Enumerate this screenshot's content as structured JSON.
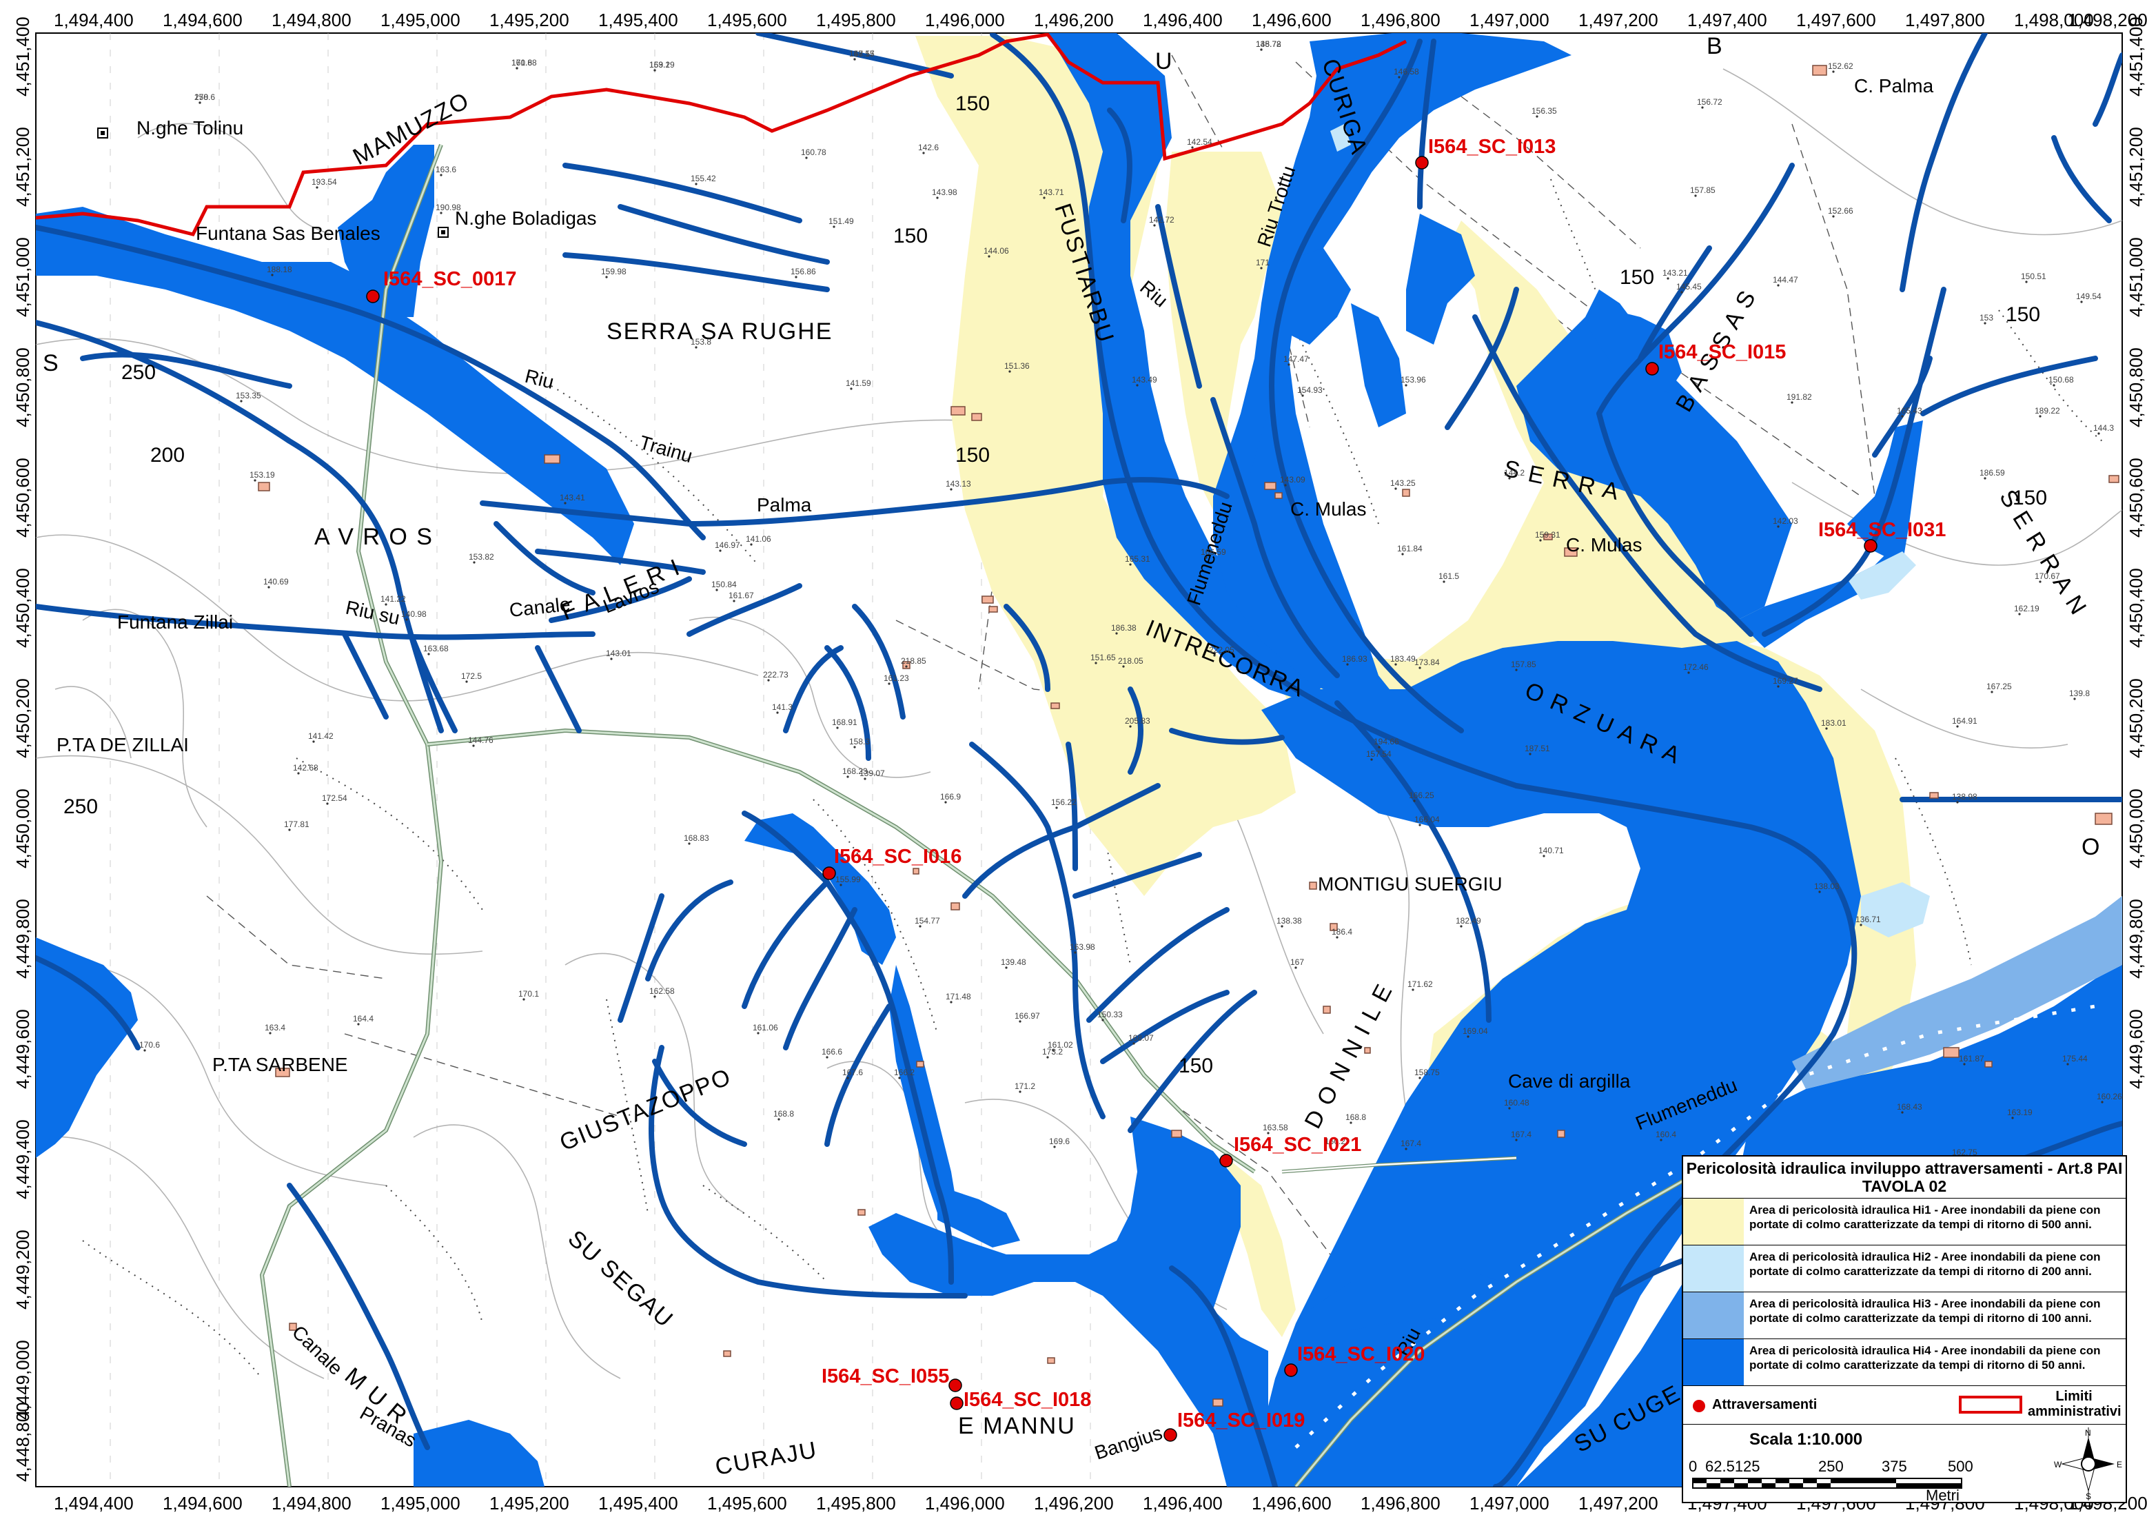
{
  "frame": {
    "top_x": [
      "1,494,400",
      "1,494,600",
      "1,494,800",
      "1,495,000",
      "1,495,200",
      "1,495,400",
      "1,495,600",
      "1,495,800",
      "1,496,000",
      "1,496,200",
      "1,496,400",
      "1,496,600",
      "1,496,800",
      "1,497,000",
      "1,497,200",
      "1,497,400",
      "1,497,600",
      "1,497,800",
      "1,498,000",
      "1,498,200"
    ],
    "left_y": [
      "4,451,400",
      "4,451,200",
      "4,451,000",
      "4,450,800",
      "4,450,600",
      "4,450,400",
      "4,450,200",
      "4,450,000",
      "4,449,800",
      "4,449,600",
      "4,449,400",
      "4,449,200",
      "4,449,000",
      "4,448,800"
    ]
  },
  "places": {
    "nghe_tolinu": "N.ghe Tolinu",
    "mamuzzo": "MAMUZZO",
    "nghe_boladigas": "N.ghe Boladigas",
    "funtana_sas_benales": "Funtana Sas Benales",
    "serra_sa_rughe": "SERRA SA RUGHE",
    "avros": "A V R O S",
    "falleri": "F A L E R I",
    "funtana_zillai": "Funtana Zillai",
    "pta_de_zillai": "P.TA DE ZILLAI",
    "pta_sarbene": "P.TA SARBENE",
    "giustazoppo": "GIUSTAZOPPO",
    "su_segau": "SU SEGAU",
    "murta": "M U R",
    "curaju": "CURAJU",
    "e_mannu": "E MANNU",
    "montigu_suergiu": "MONTIGU SUERGIU",
    "intrecorra": "INTRECORRA",
    "fustiarbu": "FUSTIARBU",
    "curiga": "CURIGA",
    "c_mulas_1": "C. Mulas",
    "c_mulas_2": "C. Mulas",
    "serra_1": "S E R R A",
    "bassas": "B A S S A S",
    "c_palma": "C. Palma",
    "orzuara": "O R Z U A R A",
    "cave_di_argilla": "Cave di argilla",
    "serra_2": "S E R R A N",
    "letter_b": "B",
    "letter_s": "S",
    "letter_u": "U",
    "letter_o": "O",
    "donnile": "D O N N I L E",
    "su_cuge": "SU CUGE",
    "bangius": "Bangius"
  },
  "rivers": {
    "riu_1": "Riu",
    "trainu": "Trainu",
    "palma": "Palma",
    "riu_su": "Riu su",
    "canale": "Canale",
    "lavros": "Lavros",
    "riu_2": "Riu",
    "flumeneddu": "Flumeneddu",
    "riu_trottu": "Riu Trottu",
    "riu_3": "Riu",
    "flumeneddu_2": "Flumeneddu",
    "canale_pranas": "Canale",
    "pranas": "Pranas"
  },
  "contours": [
    "150",
    "250",
    "200",
    "150",
    "150",
    "150",
    "150",
    "250",
    "150",
    "150"
  ],
  "crossings": [
    {
      "id": "I564_SC_0017"
    },
    {
      "id": "I564_SC_I013"
    },
    {
      "id": "I564_SC_I015"
    },
    {
      "id": "I564_SC_I031"
    },
    {
      "id": "I564_SC_I016"
    },
    {
      "id": "I564_SC_I021"
    },
    {
      "id": "I564_SC_I055"
    },
    {
      "id": "I564_SC_I018"
    },
    {
      "id": "I564_SC_I019"
    },
    {
      "id": "I564_SC_I020"
    }
  ],
  "spot_heights": [
    "250.6",
    "171.88",
    "163.19",
    "147.57",
    "145.72",
    "146.58",
    "156.35",
    "156.72",
    "152.62",
    "193.54",
    "163.6",
    "160.78",
    "155.42",
    "142.6",
    "142.54",
    "143.98",
    "143.71",
    "157.85",
    "152.66",
    "188.18",
    "190.98",
    "151.49",
    "159.98",
    "156.86",
    "144.06",
    "142.72",
    "145.45",
    "150.51",
    "151.36",
    "171",
    "143.21",
    "144.47",
    "153",
    "149.54",
    "150.68",
    "189.22",
    "153.35",
    "153.8",
    "141.59",
    "143.49",
    "147.47",
    "154.93",
    "153.96",
    "191.82",
    "165.43",
    "153.19",
    "143.41",
    "143.13",
    "143.09",
    "143.25",
    "144.2",
    "159.31",
    "186.59",
    "153.82",
    "146.97",
    "141.06",
    "142.03",
    "144.3",
    "140.69",
    "150.84",
    "161.67",
    "165.31",
    "166.59",
    "161.84",
    "161.5",
    "170.67",
    "141.22",
    "140.98",
    "151.65",
    "186.38",
    "186.93",
    "183.49",
    "162.19",
    "163.68",
    "172.5",
    "143.01",
    "222.73",
    "218.85",
    "218.05",
    "222.05",
    "173.84",
    "169.27",
    "161.23",
    "157.85",
    "172.46",
    "167.25",
    "139.8",
    "141.42",
    "142.68",
    "172.54",
    "177.81",
    "144.76",
    "141.3",
    "168.91",
    "158.3",
    "139.07",
    "205.83",
    "194.66",
    "187.51",
    "183.01",
    "164.91",
    "168.23",
    "166.9",
    "156.22",
    "157.54",
    "166.25",
    "166.04",
    "140.71",
    "138.98",
    "138.03",
    "136.71",
    "182.49",
    "171.62",
    "169.04",
    "168.07",
    "161.02",
    "158.75",
    "160.48",
    "168.43",
    "161.87",
    "163.19",
    "162.75",
    "175.44",
    "160.26",
    "168.83",
    "155.99",
    "154.77",
    "171.48",
    "166.97",
    "150.33",
    "163.98",
    "139.48",
    "138.38",
    "186.4",
    "167",
    "170.6",
    "163.4",
    "164.4",
    "170.1",
    "162.58",
    "161.06",
    "166.6",
    "166.2",
    "173.2",
    "171.2",
    "167.6",
    "168.8",
    "169.6",
    "163.58",
    "160.2",
    "168.8",
    "167.4",
    "167.4",
    "160.4",
    "162",
    "178",
    "160.6",
    "159.2",
    "158.15",
    "138.78"
  ],
  "legend": {
    "title": "Pericolosità idraulica inviluppo attraversamenti - Art.8  PAI",
    "subtitle": "TAVOLA 02",
    "rows": [
      {
        "color": "#fbf6bf",
        "line1": "Area di pericolosità idraulica Hi1 - Aree inondabili da piene con",
        "line2": "portate di colmo caratterizzate da tempi di ritorno di 500 anni."
      },
      {
        "color": "#c5e7fa",
        "line1": "Area di pericolosità idraulica Hi2 - Aree inondabili da piene con",
        "line2": "portate di colmo caratterizzate da tempi di ritorno di 200 anni."
      },
      {
        "color": "#7fb3ea",
        "line1": "Area di pericolosità idraulica Hi3 -  Aree inondabili da piene con",
        "line2": "portate di colmo caratterizzate da tempi di ritorno di 100 anni."
      },
      {
        "color": "#0a6fe8",
        "line1": "Area di pericolosità idraulica Hi4 - Aree inondabili da piene con",
        "line2": "portate di colmo caratterizzate da tempi di ritorno di 50 anni."
      }
    ],
    "attraversamenti": "Attraversamenti",
    "limiti_1": "Limiti",
    "limiti_2": "amministrativi",
    "scale_title": "Scala  1:10.000",
    "scale_ticks": [
      "0",
      "62.5125",
      "250",
      "375",
      "500"
    ],
    "scale_unit": "Metri",
    "compass": {
      "n": "N",
      "s": "S",
      "e": "E",
      "w": "W"
    }
  },
  "colors": {
    "hi1": "#fbf6bf",
    "hi2": "#c5e7fa",
    "hi3": "#7fb3ea",
    "hi4": "#0a6fe8",
    "river": "#0b4fa8",
    "admin": "#e00000",
    "crossing": "#e00000",
    "road": "#8fb08f"
  }
}
